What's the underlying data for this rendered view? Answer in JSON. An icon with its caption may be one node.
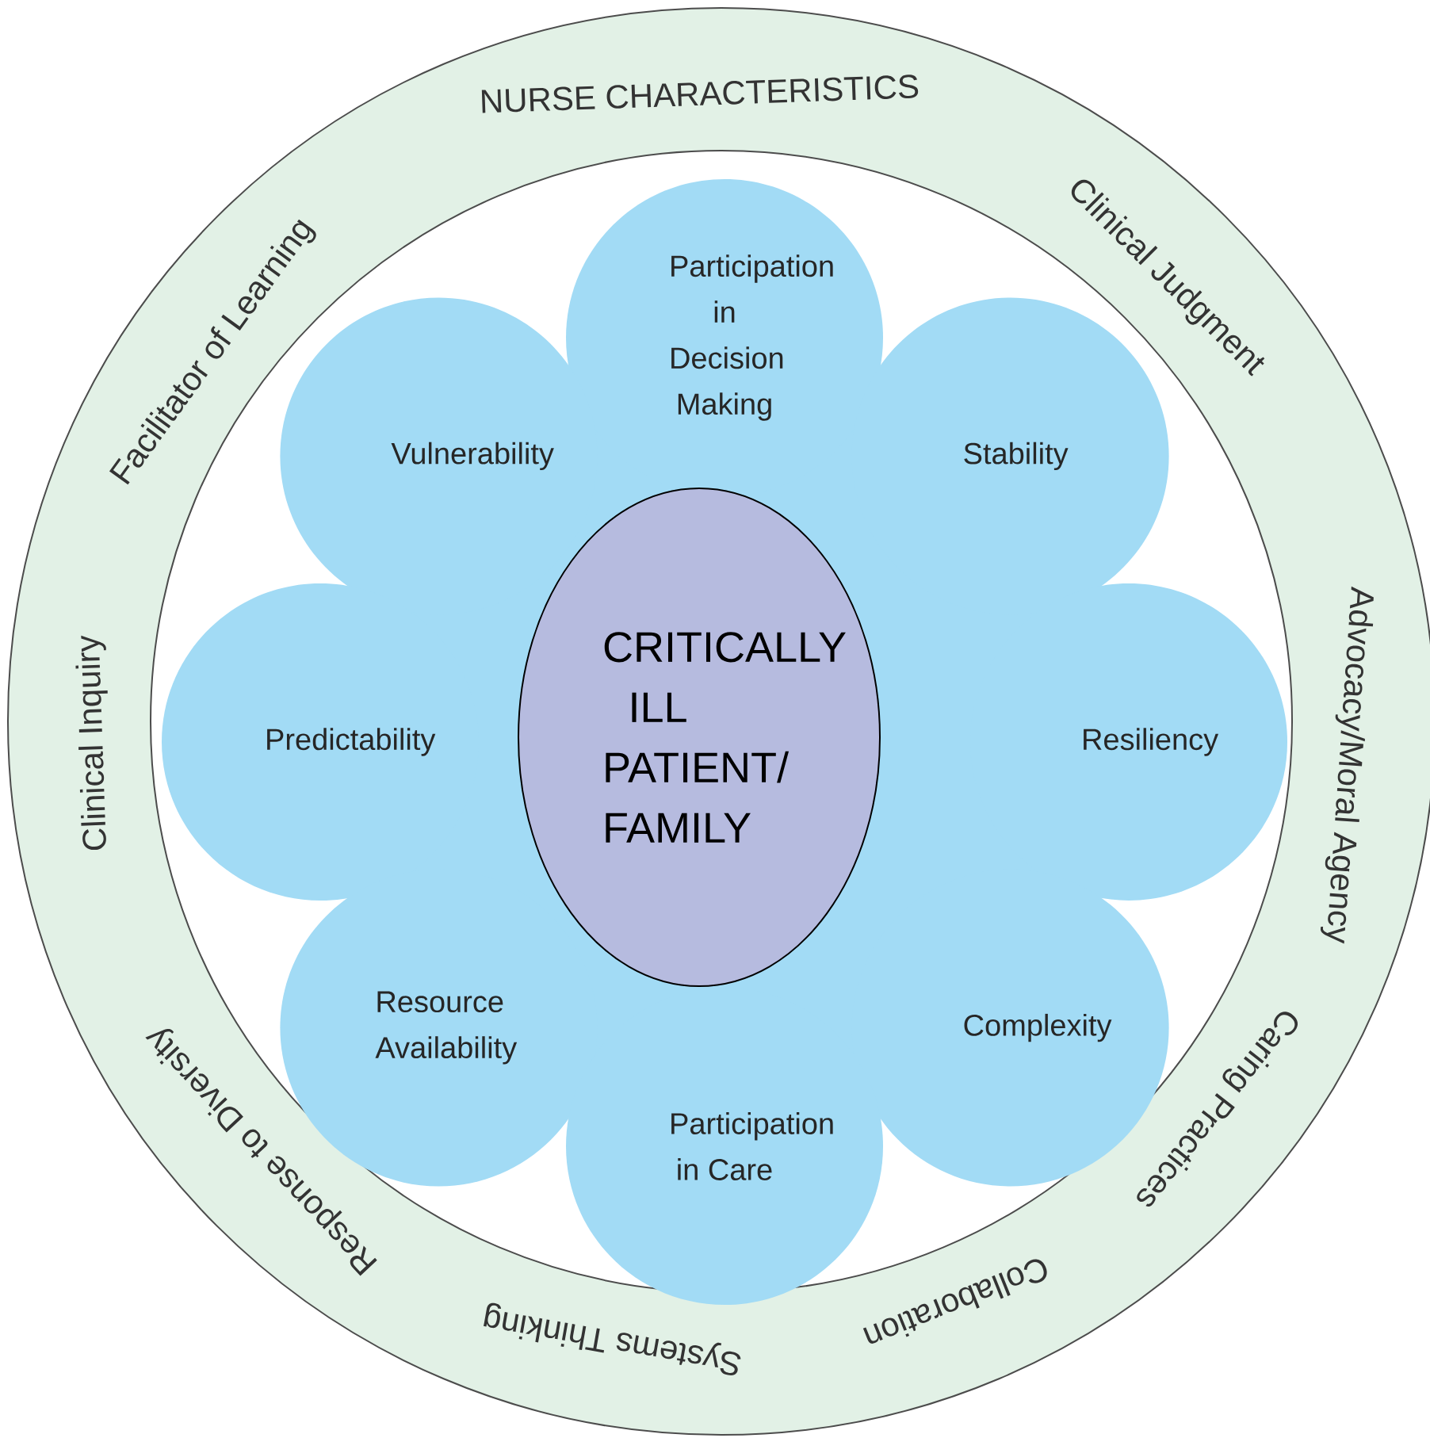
{
  "diagram": {
    "nodes": [
      {
        "text": [
          "NURSE CHARACTERISTICS",
          "Clinical Judgment",
          "Advocacy/Moral Agency",
          "Caring Practices",
          "Collaboration",
          "Systems Thinking",
          "Response to Diversity",
          "Clinical Inquiry",
          "Facilitator of Learning"
        ]
      },
      {
        "text": [
          "Participation in Decision Making"
        ],
        "in": 0
      },
      {
        "text": [
          "Vulnerability"
        ],
        "in": 0
      },
      {
        "text": [
          "Stability"
        ],
        "in": 0
      },
      {
        "text": [
          "Predictability"
        ],
        "in": 0
      },
      {
        "text": [
          "Resiliency"
        ],
        "in": 0
      },
      {
        "text": [
          "Resource Availability"
        ],
        "in": 0
      },
      {
        "text": [
          "Complexity"
        ],
        "in": 0
      },
      {
        "text": [
          "Participation in Care"
        ],
        "in": 0
      },
      {
        "text": [
          "CRITICALLY ILL PATIENT/ FAMILY"
        ],
        "in": 0
      }
    ]
  }
}
